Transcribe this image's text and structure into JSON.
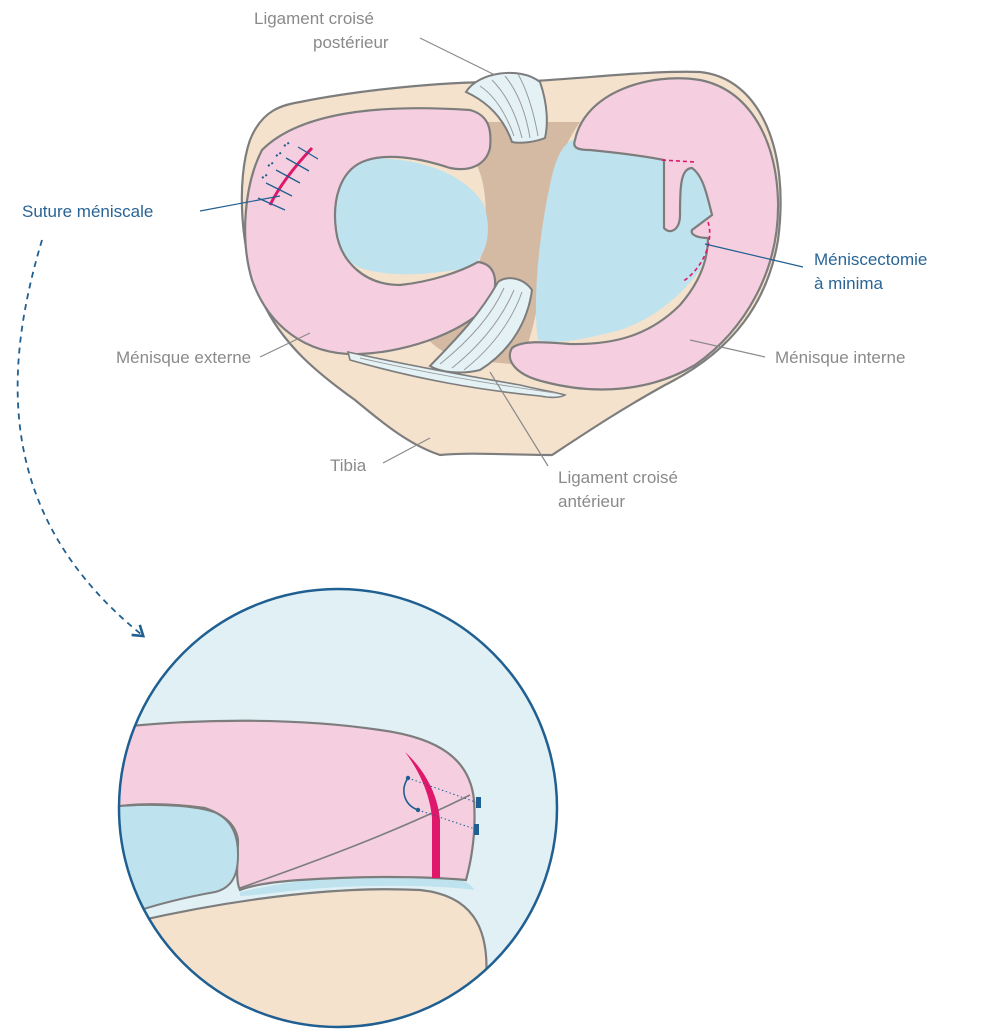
{
  "labels": {
    "pcl_line1": "Ligament croisé",
    "pcl_line2": "postérieur",
    "suture": "Suture méniscale",
    "meniscectomy_line1": "Méniscectomie",
    "meniscectomy_line2": "à minima",
    "lateral_meniscus": "Ménisque externe",
    "medial_meniscus": "Ménisque interne",
    "tibia": "Tibia",
    "acl_line1": "Ligament croisé",
    "acl_line2": "antérieur"
  },
  "colors": {
    "meniscus": "#f5cfdf",
    "cartilage": "#bfe3ee",
    "tibia": "#f5e2cd",
    "intercondylar": "#d5baa3",
    "ligament": "#e4f2f6",
    "outline": "#7d7d7d",
    "suture": "#e0186c",
    "accent_blue": "#1f5f91",
    "label_grey": "#8a8a8a",
    "zoom_background": "#e0f0f5"
  }
}
